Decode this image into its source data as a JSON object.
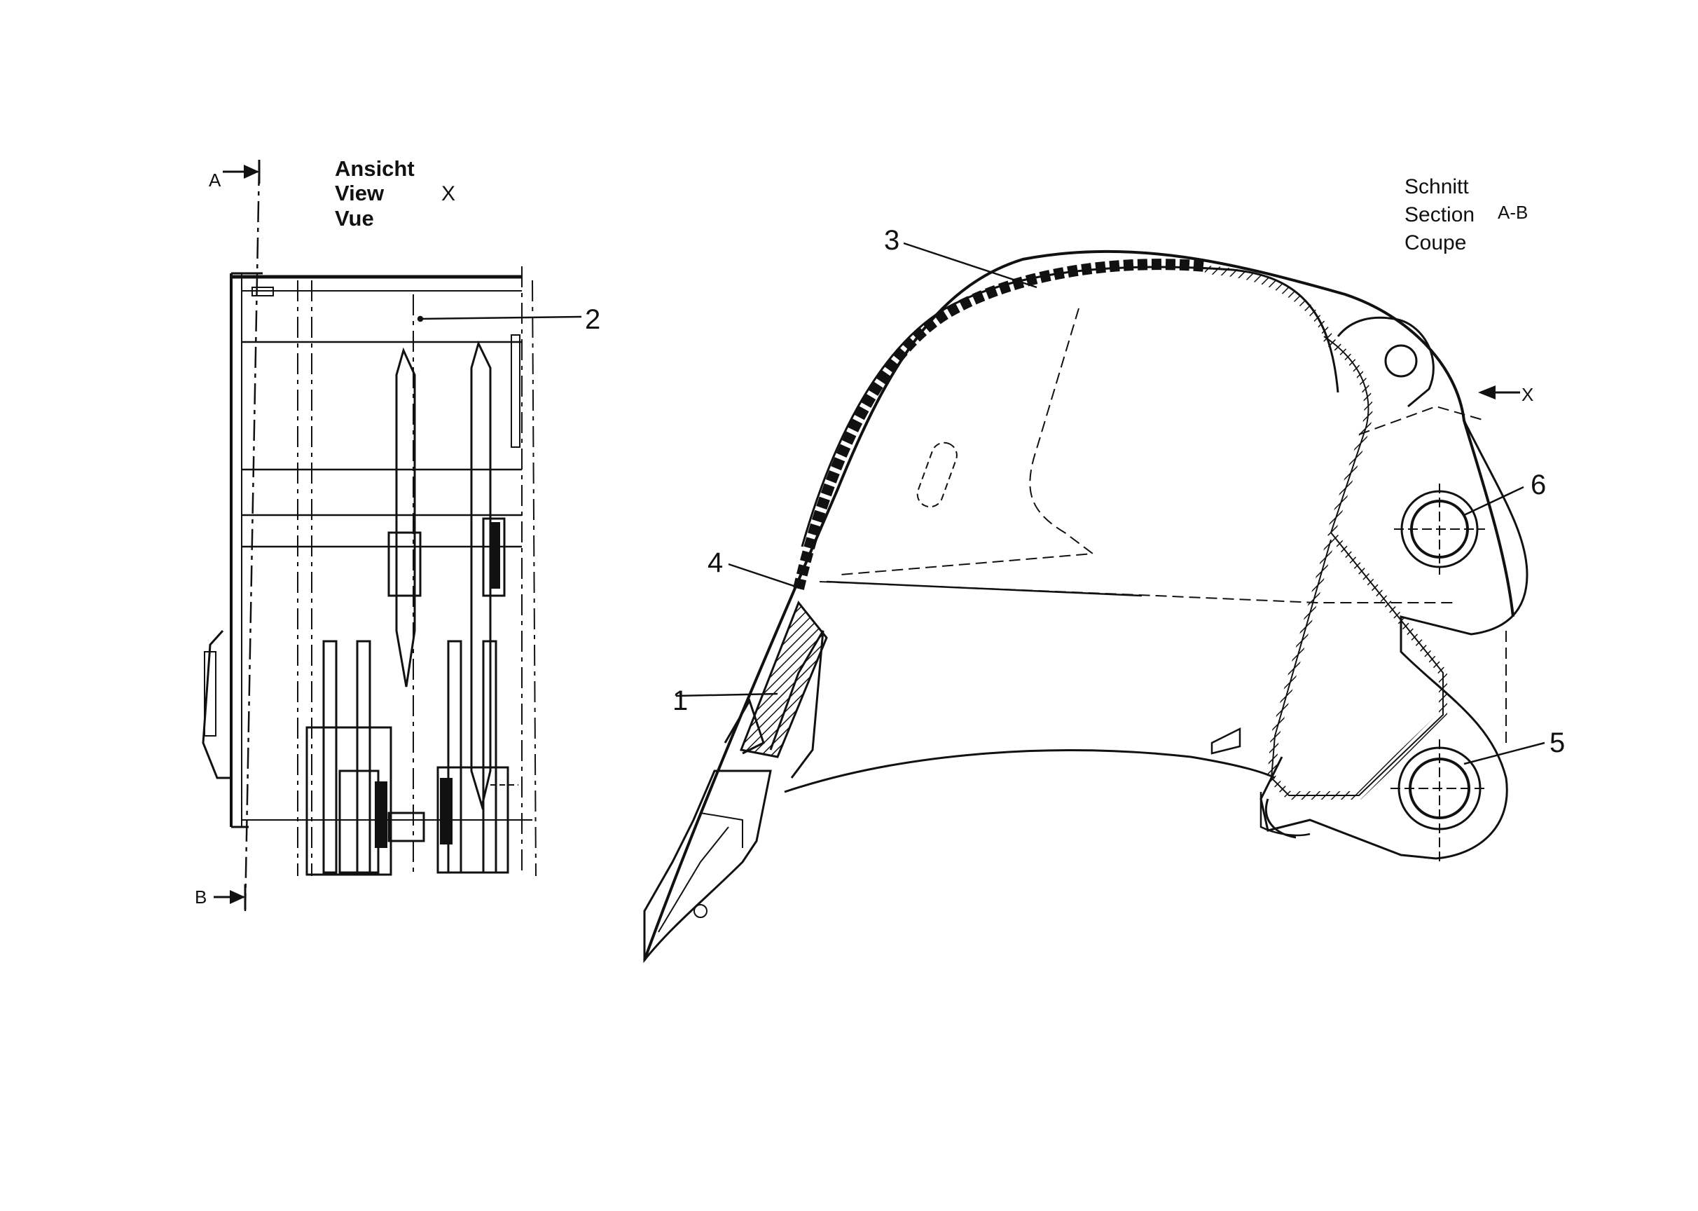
{
  "view": {
    "lines": [
      "Ansicht",
      "View",
      "Vue"
    ],
    "marker": "X",
    "cut_start": "A",
    "cut_end": "B"
  },
  "section": {
    "lines": [
      "Schnitt",
      "Section",
      "Coupe"
    ],
    "marker": "A-B",
    "view_arrow": "X"
  },
  "callouts": [
    "1",
    "2",
    "3",
    "4",
    "5",
    "6"
  ],
  "colors": {
    "ink": "#111111",
    "paper": "#ffffff"
  }
}
